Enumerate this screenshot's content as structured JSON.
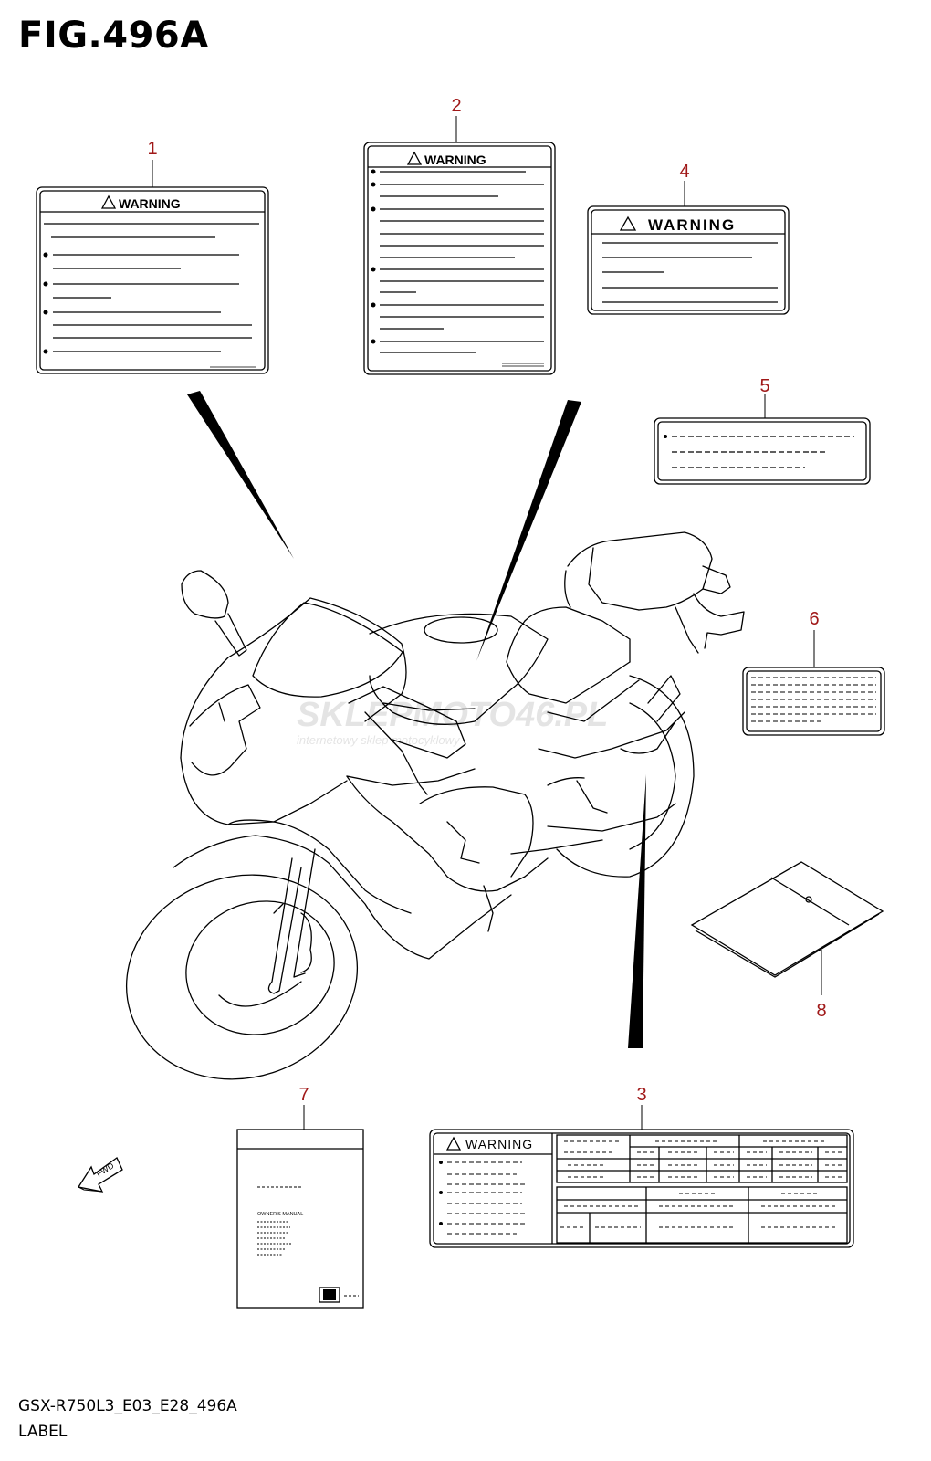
{
  "figure": {
    "title": "FIG.496A",
    "model_code": "GSX-R750L3_E03_E28_496A",
    "part_name": "LABEL"
  },
  "callouts": [
    "1",
    "2",
    "3",
    "4",
    "5",
    "6",
    "7",
    "8"
  ],
  "label_text": {
    "warning": "WARNING",
    "owners_manual": "OWNER'S MANUAL",
    "fwd": "FWD"
  },
  "watermark": {
    "brand": "SKLEPMOTO46.PL",
    "tagline": "internetowy sklep motocyklowy"
  },
  "colors": {
    "callout": "#a01818",
    "line": "#000000"
  }
}
